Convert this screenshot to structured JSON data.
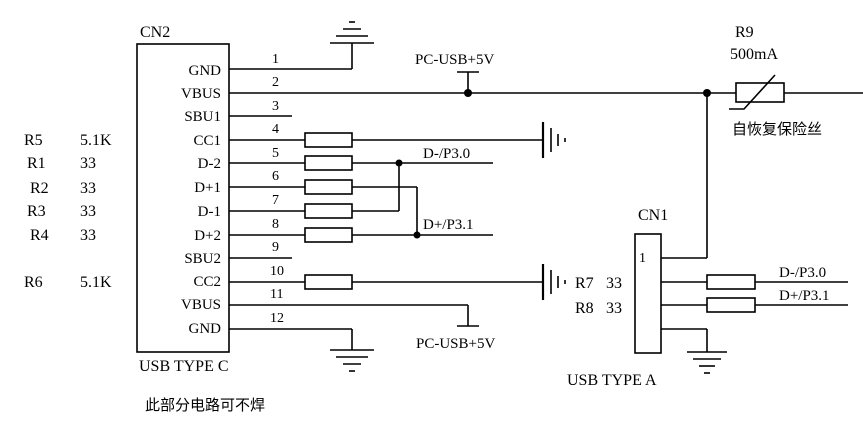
{
  "usb_c": {
    "ref": "CN2",
    "type_label": "USB TYPE C",
    "note": "此部分电路可不焊",
    "pins": [
      {
        "num": "1",
        "name": "GND"
      },
      {
        "num": "2",
        "name": "VBUS"
      },
      {
        "num": "3",
        "name": "SBU1"
      },
      {
        "num": "4",
        "name": "CC1"
      },
      {
        "num": "5",
        "name": "D-2"
      },
      {
        "num": "6",
        "name": "D+1"
      },
      {
        "num": "7",
        "name": "D-1"
      },
      {
        "num": "8",
        "name": "D+2"
      },
      {
        "num": "9",
        "name": "SBU2"
      },
      {
        "num": "10",
        "name": "CC2"
      },
      {
        "num": "11",
        "name": "VBUS"
      },
      {
        "num": "12",
        "name": "GND"
      }
    ]
  },
  "resistors_left": [
    {
      "ref": "R5",
      "value": "5.1K"
    },
    {
      "ref": "R1",
      "value": "33"
    },
    {
      "ref": "R2",
      "value": "33"
    },
    {
      "ref": "R3",
      "value": "33"
    },
    {
      "ref": "R4",
      "value": "33"
    },
    {
      "ref": "R6",
      "value": "5.1K"
    }
  ],
  "nets": {
    "pc_usb_5v_top": "PC-USB+5V",
    "pc_usb_5v_bottom": "PC-USB+5V",
    "dm_left": "D-/P3.0",
    "dp_left": "D+/P3.1",
    "dm_right": "D-/P3.0",
    "dp_right": "D+/P3.1"
  },
  "fuse": {
    "ref": "R9",
    "value": "500mA",
    "desc": "自恢复保险丝"
  },
  "usb_a": {
    "ref": "CN1",
    "type_label": "USB TYPE A",
    "pin1": "1",
    "r7": "R7",
    "r7_value": "33",
    "r8": "R8",
    "r8_value": "33"
  }
}
